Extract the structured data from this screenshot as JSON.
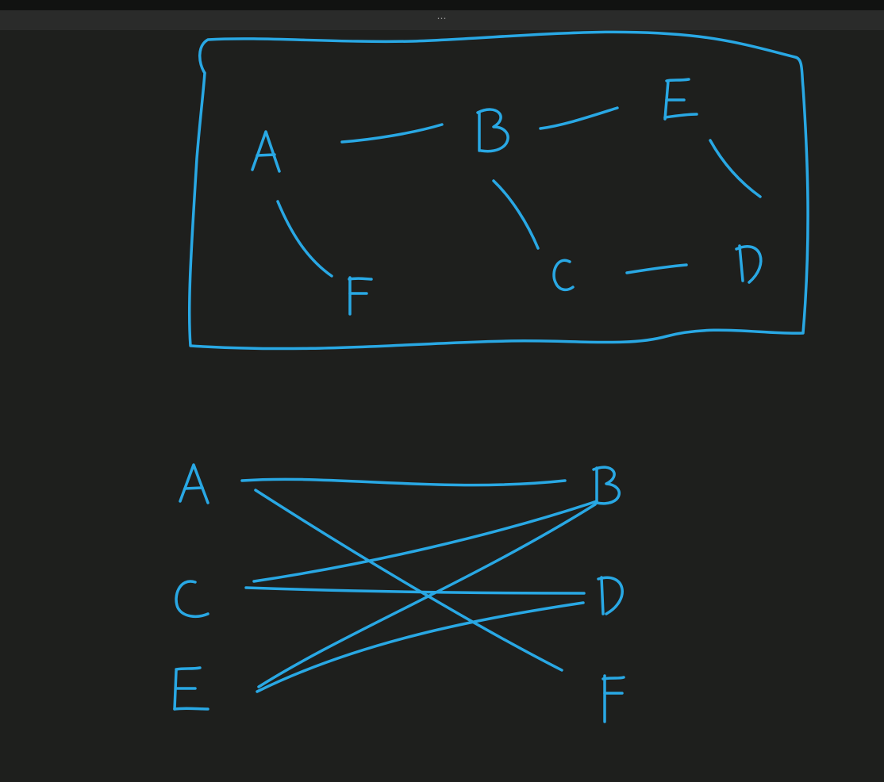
{
  "toolbar": {
    "grip_glyph": "⋯",
    "grip_icon": "drag-handle-icon"
  },
  "colors": {
    "background": "#1e1f1d",
    "ink": "#29a8e4",
    "topbar": "#111211",
    "dragbar": "#2a2b2a"
  },
  "graph": {
    "nodes": [
      "A",
      "B",
      "E",
      "F",
      "C",
      "D"
    ],
    "edges": [
      [
        "A",
        "B"
      ],
      [
        "B",
        "E"
      ],
      [
        "E",
        "D"
      ],
      [
        "A",
        "F"
      ],
      [
        "B",
        "C"
      ],
      [
        "C",
        "D"
      ]
    ]
  },
  "bipartite": {
    "left": [
      "A",
      "C",
      "E"
    ],
    "right": [
      "B",
      "D",
      "F"
    ],
    "edges": [
      [
        "A",
        "B"
      ],
      [
        "A",
        "F"
      ],
      [
        "C",
        "B"
      ],
      [
        "C",
        "D"
      ],
      [
        "E",
        "B"
      ],
      [
        "E",
        "D"
      ]
    ]
  }
}
